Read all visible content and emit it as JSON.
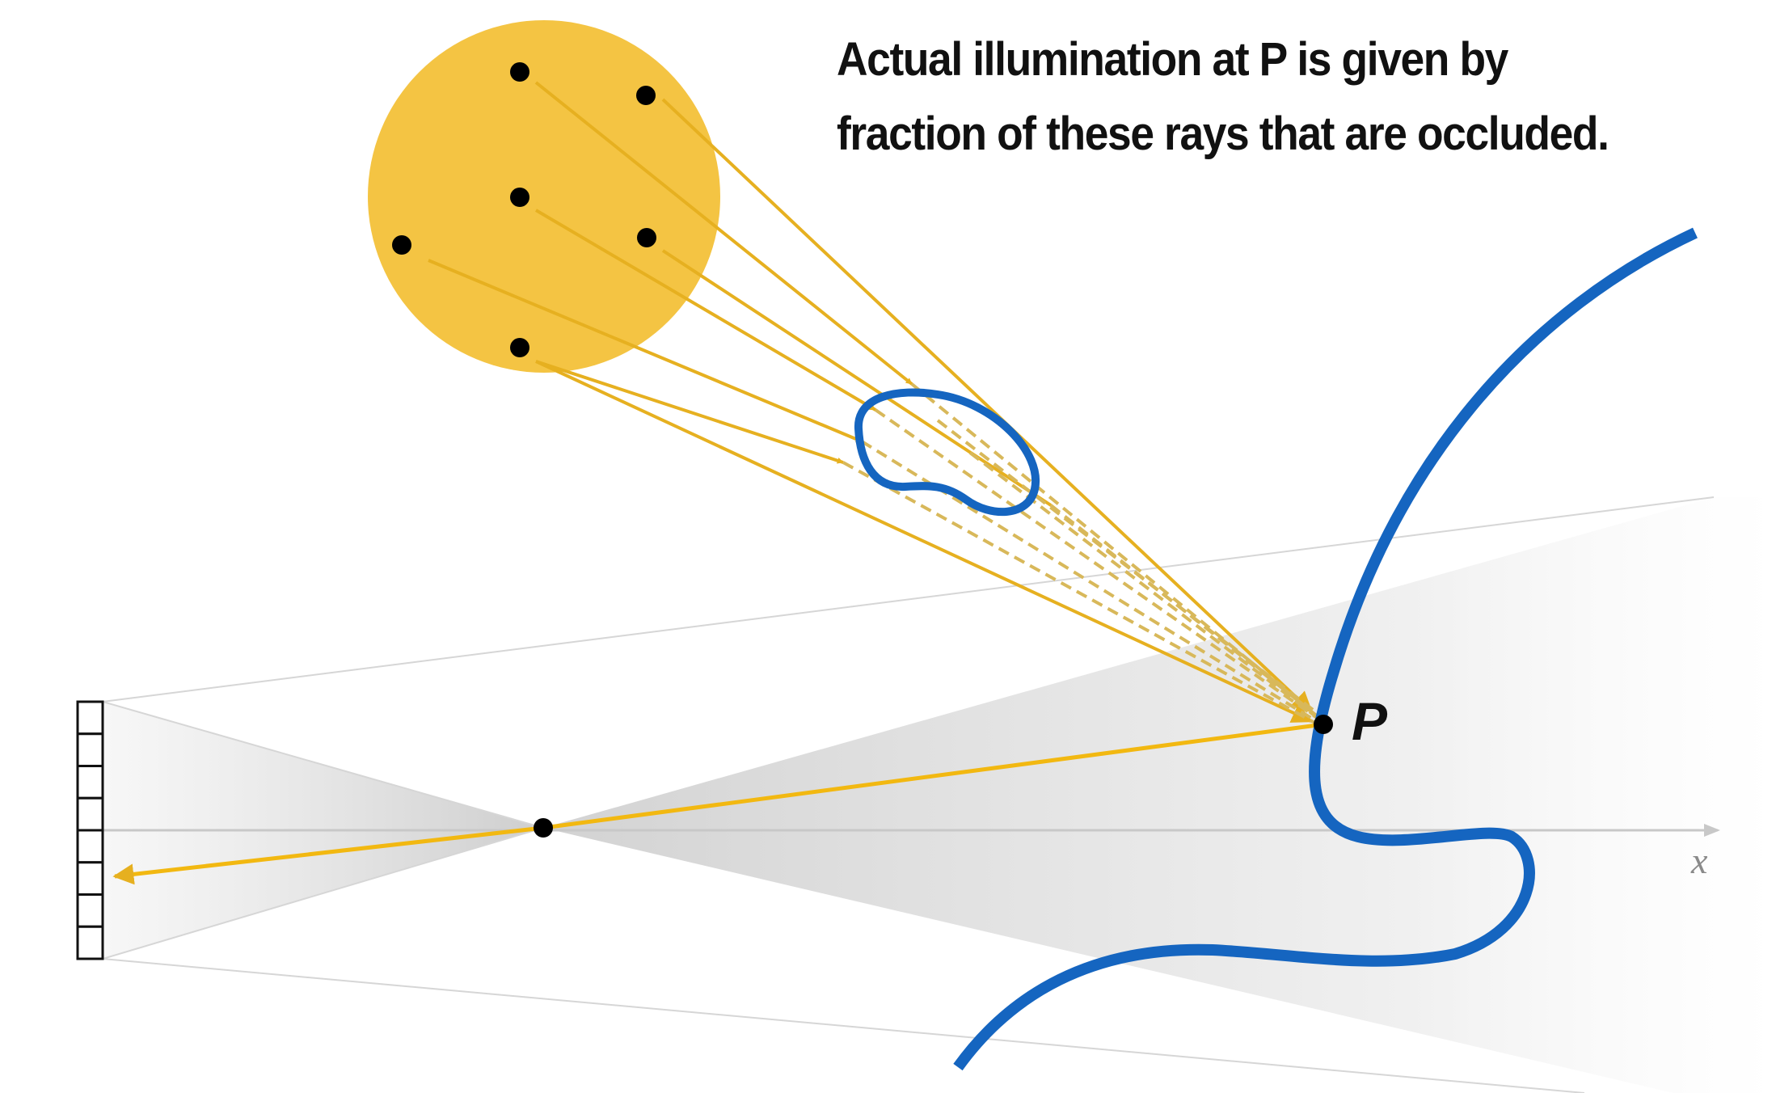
{
  "caption": {
    "line1": "Actual illumination at P is given by",
    "line2": "fraction of these rays that are occluded."
  },
  "labels": {
    "point": "P",
    "axis": "x"
  },
  "colors": {
    "light": "#F4C443",
    "ray": "#E6B020",
    "dashed_ray": "#D8B85A",
    "surface": "#1565C0",
    "frustum": "#E3E3E3",
    "axis": "#C8C8C8",
    "dot": "#000000"
  },
  "image_plane": {
    "cells": 8
  }
}
